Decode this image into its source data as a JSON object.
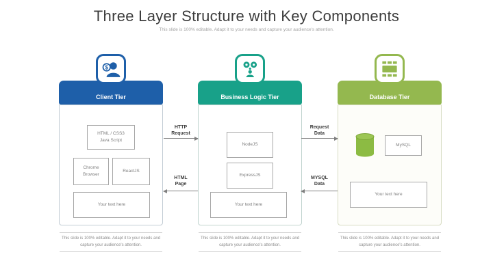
{
  "header": {
    "title": "Three Layer Structure with Key Components",
    "subtitle": "This slide is 100% editable. Adapt it to your needs and capture your audience's attention."
  },
  "colors": {
    "client_tier": "#1E5FA9",
    "business_tier": "#18A189",
    "database_tier": "#94B84F",
    "arrow": "#7F7F7F",
    "box_border": "#A6A6A6",
    "box_text": "#7F7F7F"
  },
  "tiers": [
    {
      "name": "Client Tier",
      "icon": "user-dollar-icon",
      "boxes": {
        "html_css": "HTML / CSS3\nJava Script",
        "chrome": "Chrome Browser",
        "react": "ReactJS",
        "placeholder": "Your text here"
      },
      "caption": "This slide is 100% editable. Adapt it to your needs and capture your audience's attention."
    },
    {
      "name": "Business Logic Tier",
      "icon": "process-gears-icon",
      "boxes": {
        "node": "NodeJS",
        "express": "ExpressJS",
        "placeholder": "Your text here"
      },
      "caption": "This slide is 100% editable. Adapt it to your needs and capture your audience's attention."
    },
    {
      "name": "Database Tier",
      "icon": "data-table-icon",
      "boxes": {
        "mysql": "MySQL",
        "placeholder": "Your text here"
      },
      "caption": "This slide is 100% editable. Adapt it to your needs and capture your audience's attention."
    }
  ],
  "arrows": {
    "http_request": "HTTP\nRequest",
    "html_page": "HTML\nPage",
    "request_data": "Request\nData",
    "mysql_data": "MYSQL\nData"
  }
}
